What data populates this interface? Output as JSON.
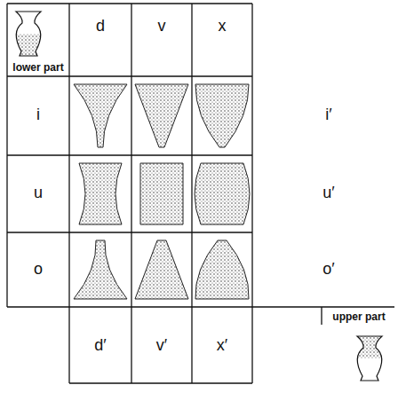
{
  "diagram": {
    "labels": [
      "d",
      "v",
      "x",
      "lower part",
      "i",
      "u",
      "o",
      "i′",
      "u′",
      "o′",
      "upper part",
      "d′",
      "v′",
      "x′"
    ]
  }
}
